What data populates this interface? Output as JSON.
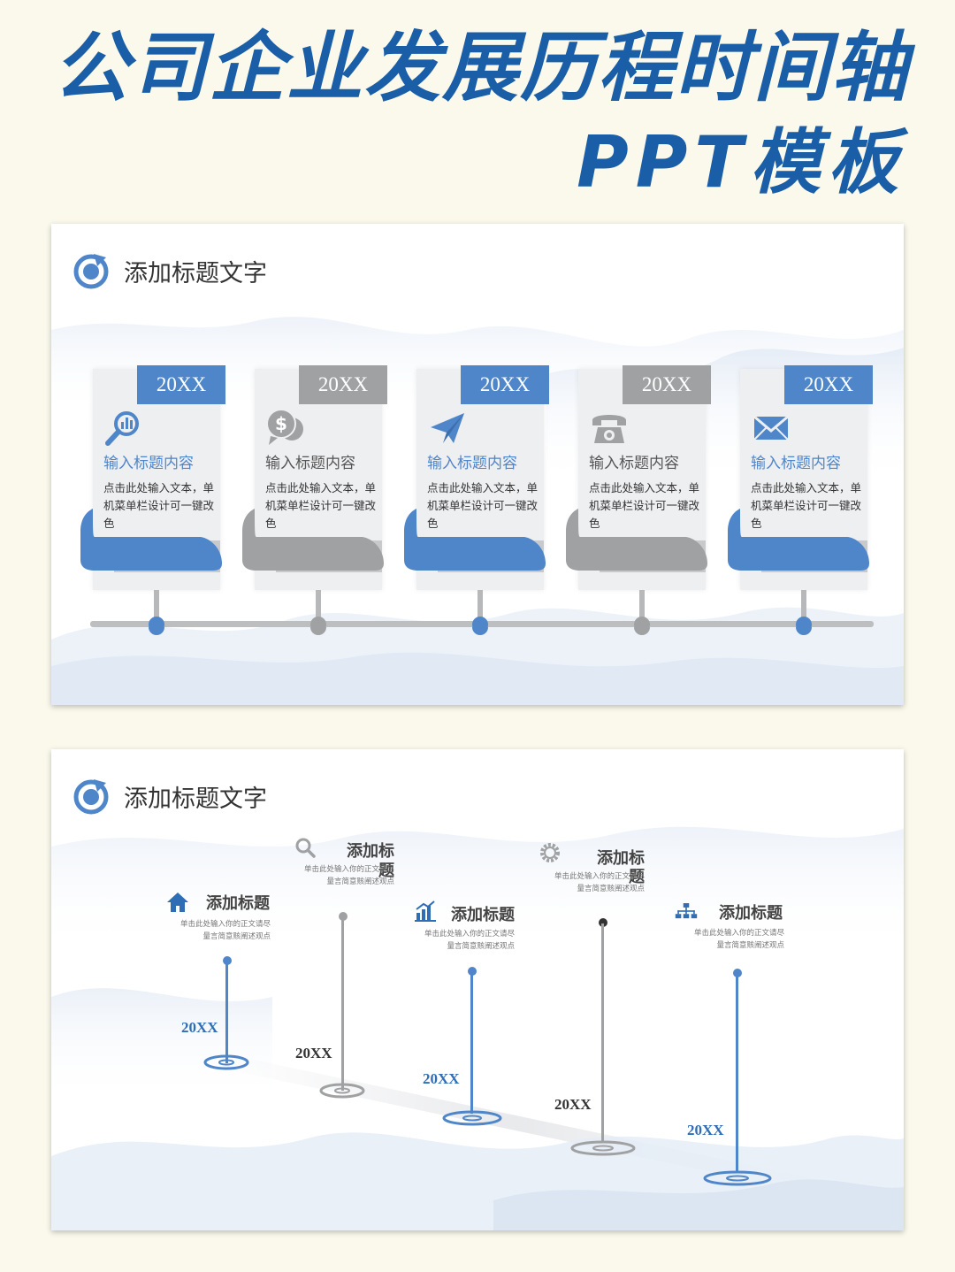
{
  "hero": {
    "title": "公司企业发展历程时间轴",
    "subtitle": "PPT模板"
  },
  "colors": {
    "blue": "#4f86c9",
    "gray": "#a0a1a3",
    "title_blue": "#1a5ea8",
    "dark": "#333333"
  },
  "slide1": {
    "header": {
      "title": "添加标题文字",
      "icon": "refresh-arrow-icon"
    },
    "cards": [
      {
        "year": "20XX",
        "title": "输入标题内容",
        "body": "点击此处输入文本，单机菜单栏设计可一键改色",
        "icon": "chart-search-icon",
        "accent": "blue"
      },
      {
        "year": "20XX",
        "title": "输入标题内容",
        "body": "点击此处输入文本，单机菜单栏设计可一键改色",
        "icon": "dollar-chat-icon",
        "accent": "gray"
      },
      {
        "year": "20XX",
        "title": "输入标题内容",
        "body": "点击此处输入文本，单机菜单栏设计可一键改色",
        "icon": "paper-plane-icon",
        "accent": "blue"
      },
      {
        "year": "20XX",
        "title": "输入标题内容",
        "body": "点击此处输入文本，单机菜单栏设计可一键改色",
        "icon": "telephone-icon",
        "accent": "gray"
      },
      {
        "year": "20XX",
        "title": "输入标题内容",
        "body": "点击此处输入文本，单机菜单栏设计可一键改色",
        "icon": "envelope-icon",
        "accent": "blue"
      }
    ]
  },
  "slide2": {
    "header": {
      "title": "添加标题文字",
      "icon": "refresh-arrow-icon"
    },
    "milestones": [
      {
        "year": "20XX",
        "title": "添加标题",
        "desc1": "单击此处输入你的正文请尽",
        "desc2": "量言简意赅阐述观点",
        "icon": "home-icon",
        "accent": "blue"
      },
      {
        "year": "20XX",
        "title": "添加标",
        "title2": "题",
        "desc1": "单击此处输入你的正文请尽",
        "desc2": "量言简意赅阐述观点",
        "icon": "search-icon",
        "accent": "gray"
      },
      {
        "year": "20XX",
        "title": "添加标题",
        "desc1": "单击此处输入你的正文请尽",
        "desc2": "量言简意赅阐述观点",
        "icon": "bar-chart-icon",
        "accent": "blue"
      },
      {
        "year": "20XX",
        "title": "添加标",
        "title2": "题",
        "desc1": "单击此处输入你的正文请尽",
        "desc2": "量言简意赅阐述观点",
        "icon": "gear-icon",
        "accent": "gray"
      },
      {
        "year": "20XX",
        "title": "添加标题",
        "desc1": "单击此处输入你的正文请尽",
        "desc2": "量言简意赅阐述观点",
        "icon": "org-chart-icon",
        "accent": "blue"
      }
    ]
  }
}
